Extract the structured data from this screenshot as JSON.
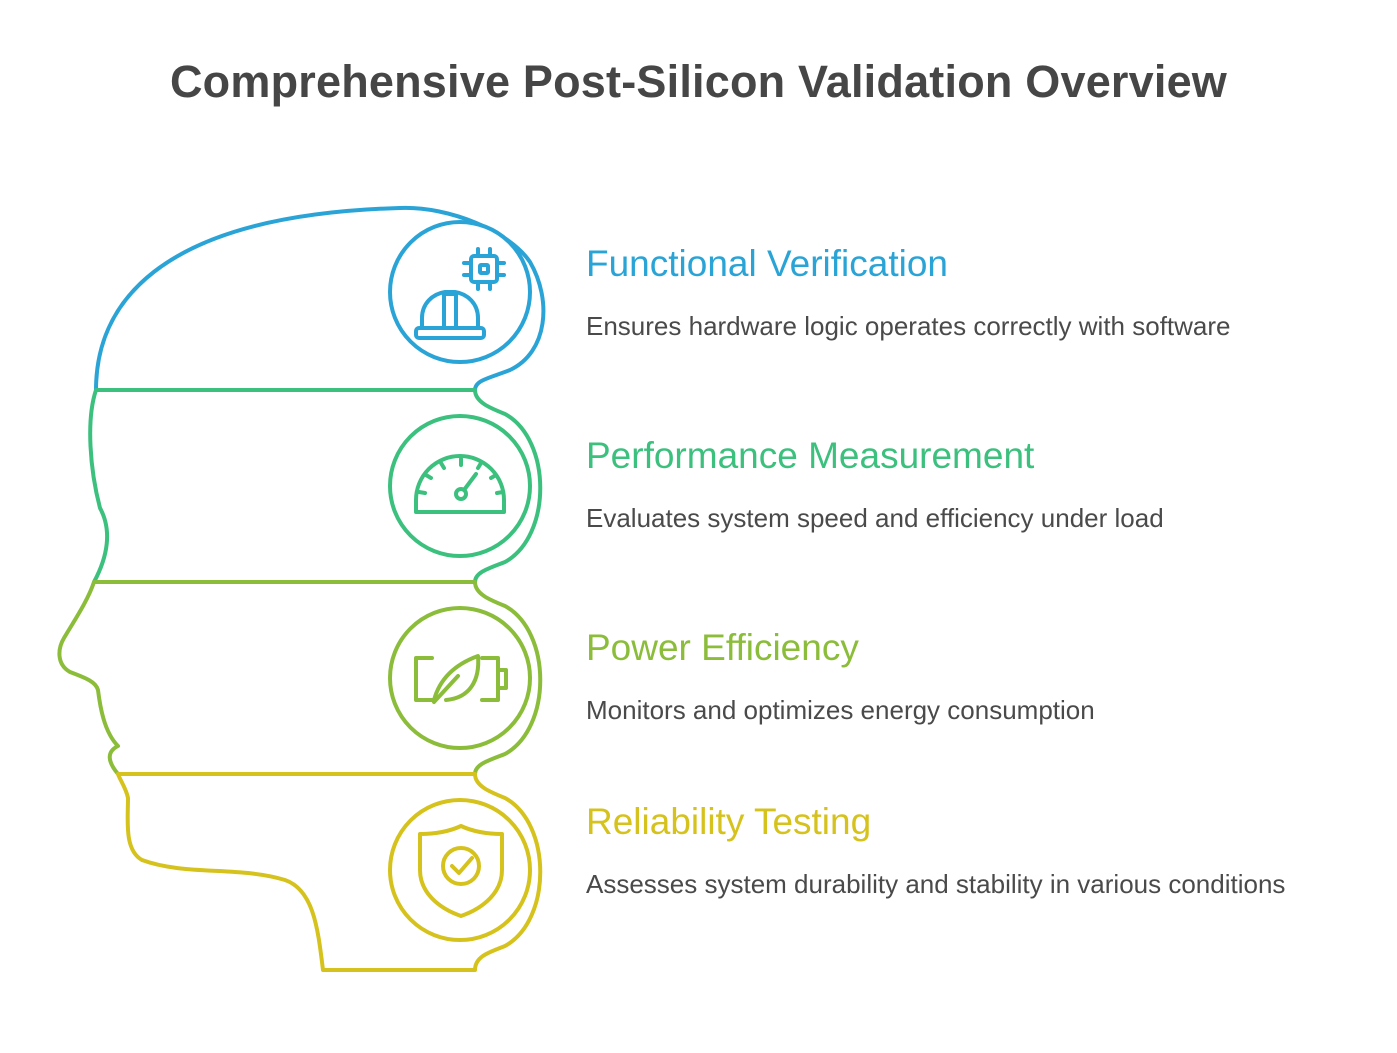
{
  "title": "Comprehensive Post-Silicon Validation Overview",
  "colors": {
    "blue": "#2aa4d6",
    "green": "#3cc07e",
    "lime": "#8bbd3a",
    "yellow": "#d6c21c",
    "title": "#464646",
    "text": "#4a4a4a"
  },
  "items": [
    {
      "heading": "Functional Verification",
      "description": "Ensures hardware logic operates correctly with software",
      "icon": "chip-hardhat-icon"
    },
    {
      "heading": "Performance Measurement",
      "description": "Evaluates system speed and efficiency under load",
      "icon": "speedometer-icon"
    },
    {
      "heading": "Power Efficiency",
      "description": "Monitors and optimizes energy consumption",
      "icon": "eco-battery-icon"
    },
    {
      "heading": "Reliability Testing",
      "description": "Assesses system durability and stability in various conditions",
      "icon": "shield-check-icon"
    }
  ]
}
